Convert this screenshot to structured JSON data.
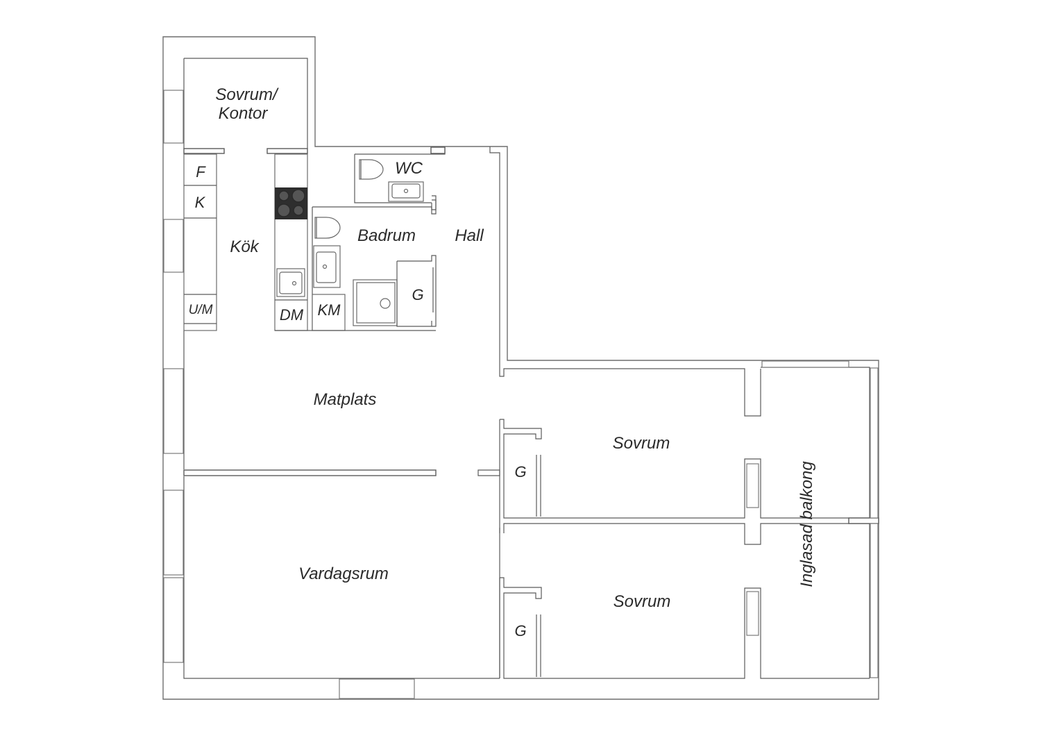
{
  "plan": {
    "rooms": {
      "sovrum_kontor_line1": "Sovrum/",
      "sovrum_kontor_line2": "Kontor",
      "kok": "Kök",
      "wc": "WC",
      "badrum": "Badrum",
      "hall": "Hall",
      "matplats": "Matplats",
      "vardagsrum": "Vardagsrum",
      "sovrum_upper": "Sovrum",
      "sovrum_lower": "Sovrum",
      "inglasad_balkong": "Inglasad balkong"
    },
    "fixtures": {
      "fridge": "F",
      "freezer": "K",
      "oven_microwave": "U/M",
      "dishwasher": "DM",
      "washing_machine": "KM",
      "wardrobe_bath": "G",
      "wardrobe_bedroom_upper": "G",
      "wardrobe_bedroom_lower": "G"
    },
    "colors": {
      "line": "#5a5a5a",
      "text": "#2b2b2b",
      "hob": "#2e2e2e",
      "background": "#ffffff"
    }
  }
}
